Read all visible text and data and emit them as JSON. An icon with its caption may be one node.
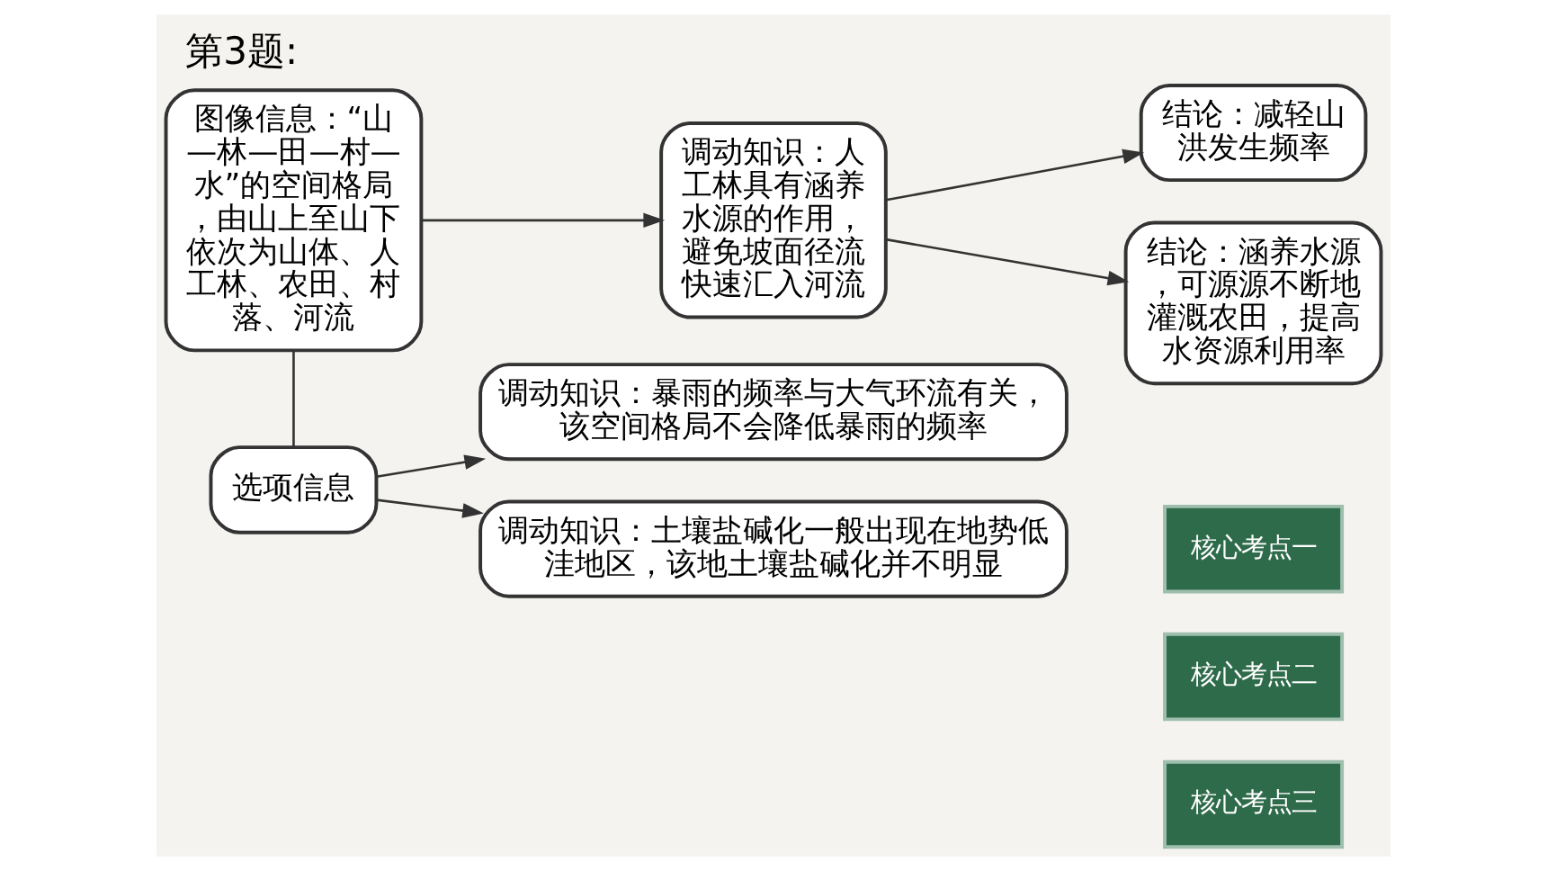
{
  "diagram": {
    "title": "第3题:",
    "nodes": [
      {
        "text": [
          "图像信息：“山—林—田—村—水”的空间格局，由山上至山下依次为山体、人工林、农田、村落、河流"
        ]
      },
      {
        "text": [
          "调动知识：人工林具有涵养水源的作用，避免坡面径流快速汇入河流"
        ]
      },
      {
        "text": [
          "结论：减轻山洪发生频率"
        ]
      },
      {
        "text": [
          "结论：涵养水源，可源源不断地灌溉农田，提高水资源利用率"
        ]
      },
      {
        "text": [
          "选项信息"
        ]
      },
      {
        "text": [
          "调动知识：暴雨的频率与大气环流有关，该空间格局不会降低暴雨的频率"
        ]
      },
      {
        "text": [
          "调动知识：土壤盐碱化一般出现在地势低洼地区，该地土壤盐碱化并不明显"
        ]
      }
    ],
    "edges": [
      {
        "from": 0,
        "to": 1,
        "arrow": "to"
      },
      {
        "from": 1,
        "to": 2,
        "arrow": "to"
      },
      {
        "from": 1,
        "to": 3,
        "arrow": "to"
      },
      {
        "from": 0,
        "to": 4,
        "arrow": "none"
      },
      {
        "from": 4,
        "to": 5,
        "arrow": "to"
      },
      {
        "from": 4,
        "to": 6,
        "arrow": "to"
      }
    ],
    "labels": [
      "核心考点一",
      "核心考点二",
      "核心考点三"
    ]
  }
}
